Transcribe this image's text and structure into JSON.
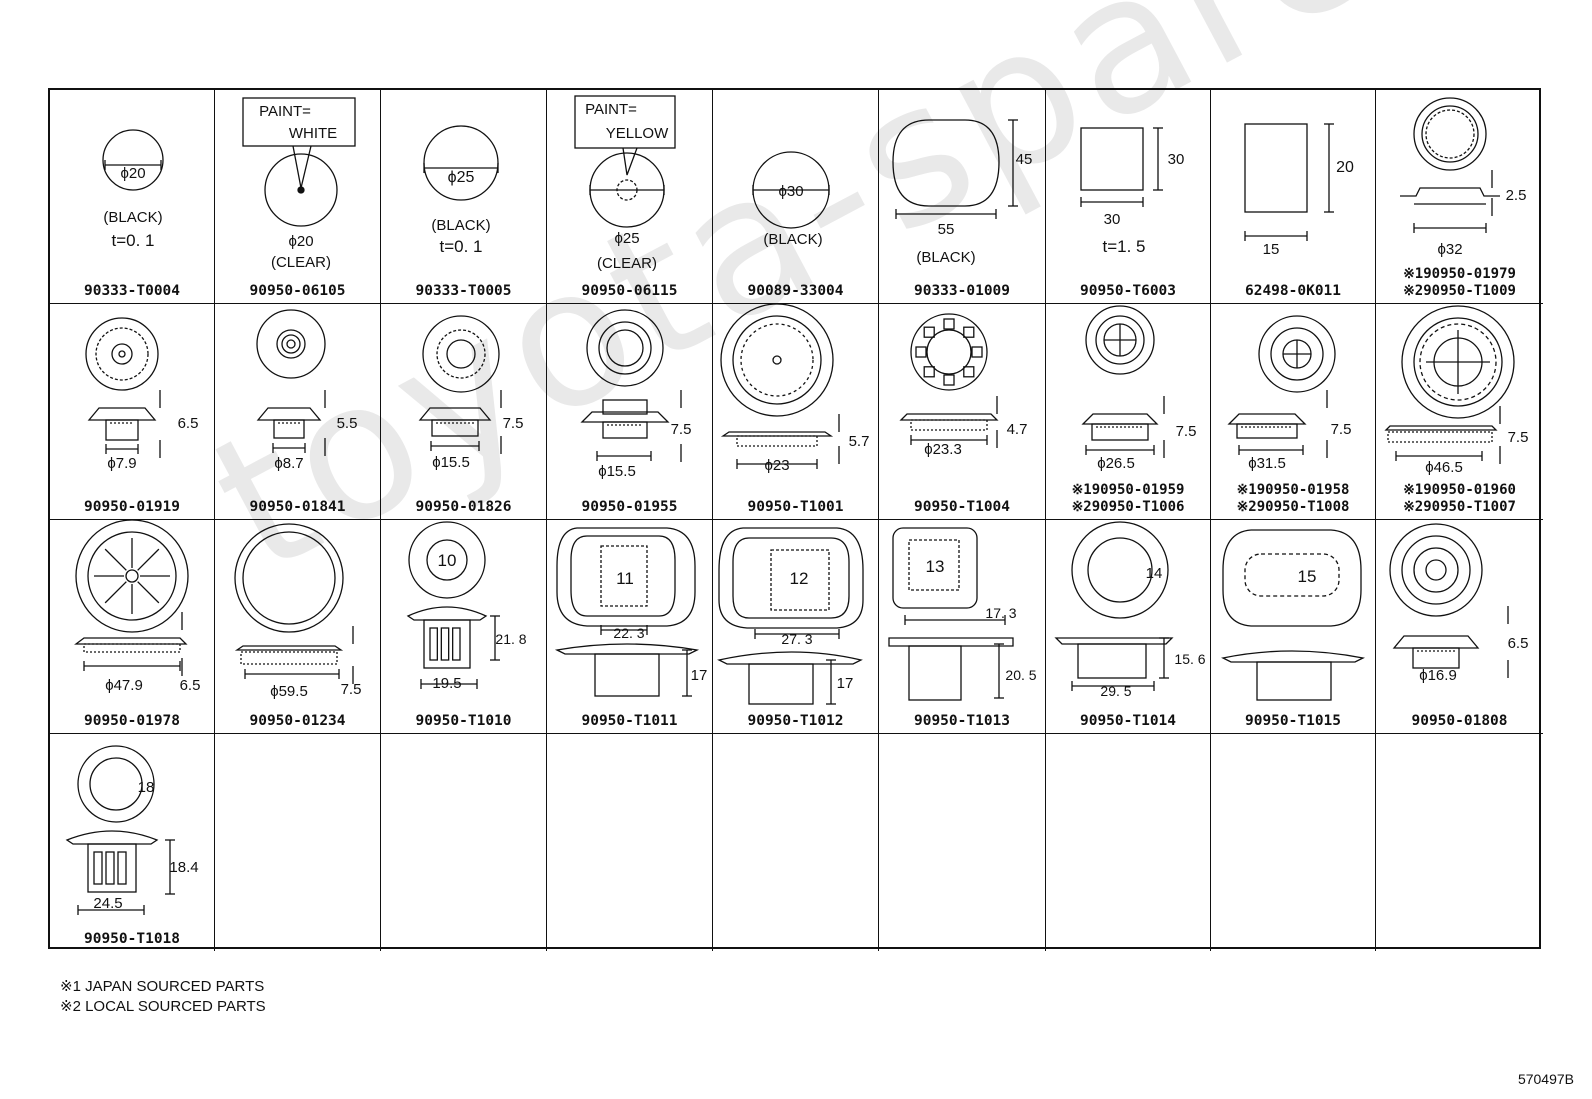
{
  "watermark": "toyota-spare-parts",
  "cells": [
    {
      "id": "c1",
      "part": "90333-T0004",
      "labels": {
        "dia": "ϕ20",
        "color": "(BLACK)",
        "thick": "t=0. 1"
      }
    },
    {
      "id": "c2",
      "part": "90950-06105",
      "labels": {
        "paint1": "PAINT=",
        "paint2": "WHITE",
        "dia": "ϕ20",
        "color": "(CLEAR)"
      }
    },
    {
      "id": "c3",
      "part": "90333-T0005",
      "labels": {
        "dia": "ϕ25",
        "color": "(BLACK)",
        "thick": "t=0. 1"
      }
    },
    {
      "id": "c4",
      "part": "90950-06115",
      "labels": {
        "paint1": "PAINT=",
        "paint2": "YELLOW",
        "dia": "ϕ25",
        "color": "(CLEAR)"
      }
    },
    {
      "id": "c5",
      "part": "90089-33004",
      "labels": {
        "dia": "ϕ30",
        "color": "(BLACK)"
      }
    },
    {
      "id": "c6",
      "part": "90333-01009",
      "labels": {
        "h": "45",
        "w": "55",
        "color": "(BLACK)"
      }
    },
    {
      "id": "c7",
      "part": "90950-T6003",
      "labels": {
        "h": "30",
        "w": "30",
        "thick": "t=1. 5"
      }
    },
    {
      "id": "c8",
      "part": "62498-0K011",
      "labels": {
        "h": "20",
        "w": "15"
      }
    },
    {
      "id": "c9",
      "part": "",
      "parts": [
        "※190950-01979",
        "※290950-T1009"
      ],
      "labels": {
        "h": "2.5",
        "dia": "ϕ32"
      }
    },
    {
      "id": "c10",
      "part": "90950-01919",
      "labels": {
        "h": "6.5",
        "dia": "ϕ7.9"
      }
    },
    {
      "id": "c11",
      "part": "90950-01841",
      "labels": {
        "h": "5.5",
        "dia": "ϕ8.7"
      }
    },
    {
      "id": "c12",
      "part": "90950-01826",
      "labels": {
        "h": "7.5",
        "dia": "ϕ15.5"
      }
    },
    {
      "id": "c13",
      "part": "90950-01955",
      "labels": {
        "h": "7.5",
        "dia": "ϕ15.5"
      }
    },
    {
      "id": "c14",
      "part": "90950-T1001",
      "labels": {
        "h": "5.7",
        "dia": "ϕ23"
      }
    },
    {
      "id": "c15",
      "part": "90950-T1004",
      "labels": {
        "h": "4.7",
        "dia": "ϕ23.3"
      }
    },
    {
      "id": "c16",
      "part": "",
      "parts": [
        "※190950-01959",
        "※290950-T1006"
      ],
      "labels": {
        "h": "7.5",
        "dia": "ϕ26.5"
      }
    },
    {
      "id": "c17",
      "part": "",
      "parts": [
        "※190950-01958",
        "※290950-T1008"
      ],
      "labels": {
        "h": "7.5",
        "dia": "ϕ31.5"
      }
    },
    {
      "id": "c18",
      "part": "",
      "parts": [
        "※190950-01960",
        "※290950-T1007"
      ],
      "labels": {
        "h": "7.5",
        "dia": "ϕ46.5"
      }
    },
    {
      "id": "c19",
      "part": "90950-01978",
      "labels": {
        "h": "6.5",
        "dia": "ϕ47.9"
      }
    },
    {
      "id": "c20",
      "part": "90950-01234",
      "labels": {
        "h": "7.5",
        "dia": "ϕ59.5"
      }
    },
    {
      "id": "c21",
      "part": "90950-T1010",
      "labels": {
        "tag": "10",
        "h": "21. 8",
        "w": "19.5"
      }
    },
    {
      "id": "c22",
      "part": "90950-T1011",
      "labels": {
        "tag": "11",
        "w": "22. 3",
        "h": "17"
      }
    },
    {
      "id": "c23",
      "part": "90950-T1012",
      "labels": {
        "tag": "12",
        "w": "27. 3",
        "h": "17"
      }
    },
    {
      "id": "c24",
      "part": "90950-T1013",
      "labels": {
        "tag": "13",
        "w": "17. 3",
        "h": "20. 5"
      }
    },
    {
      "id": "c25",
      "part": "90950-T1014",
      "labels": {
        "tag": "14",
        "h": "15. 6",
        "w": "29. 5"
      }
    },
    {
      "id": "c26",
      "part": "90950-T1015",
      "labels": {
        "tag": "15"
      }
    },
    {
      "id": "c27",
      "part": "90950-01808",
      "labels": {
        "h": "6.5",
        "dia": "ϕ16.9"
      }
    },
    {
      "id": "c28",
      "part": "90950-T1018",
      "labels": {
        "tag": "18",
        "h": "18.4",
        "w": "24.5"
      }
    }
  ],
  "notes": [
    "※1 JAPAN SOURCED PARTS",
    "※2 LOCAL SOURCED PARTS"
  ],
  "ref": "570497B"
}
